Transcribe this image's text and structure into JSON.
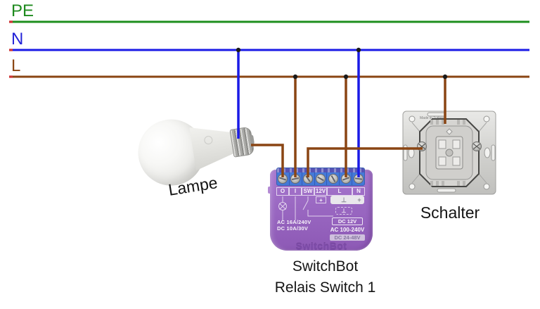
{
  "rails": [
    {
      "id": "pe",
      "label": "PE",
      "color": "#1e8a1e"
    },
    {
      "id": "n",
      "label": "N",
      "color": "#2323d8"
    },
    {
      "id": "l",
      "label": "L",
      "color": "#8a4714"
    }
  ],
  "colors": {
    "pe_wire": "#1e8f1e",
    "neutral_wire": "#1a1ae6",
    "live_wire": "#8a4513",
    "start_tick": "#cc3333",
    "junction_dot": "#1a1a1a",
    "relay_purple": "#9a68c2",
    "terminal_blue": "#4479d8"
  },
  "lamp": {
    "caption": "Lampe"
  },
  "wall_switch": {
    "caption": "Schalter",
    "engraving": "Made in Turkey"
  },
  "relay": {
    "caption_line1": "SwitchBot",
    "caption_line2": "Relais Switch 1",
    "brand": "SwitchBot",
    "terminals": [
      "O",
      "I",
      "SW",
      "12V",
      "L",
      "N"
    ],
    "symbol_plus_12v": "+",
    "symbol_ground_l": "⊥",
    "symbol_plus_n": "+",
    "symbol_ground_l2": "⊥",
    "spec_left_line1": "AC 16A/240V",
    "spec_left_line2": "DC 10A/30V",
    "spec_right_box1": "DC 12V",
    "spec_right_line": "AC 100-240V",
    "spec_right_box2": "DC 24-48V"
  }
}
